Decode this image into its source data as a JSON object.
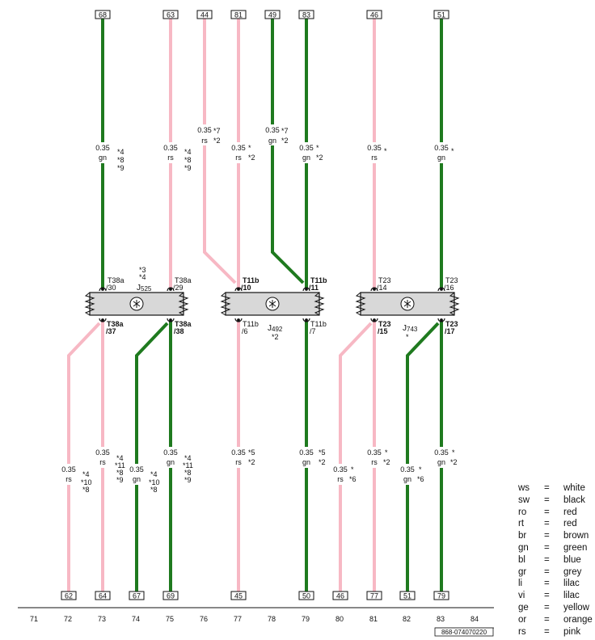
{
  "diagram": {
    "legend": [
      {
        "code": "ws",
        "name": "white"
      },
      {
        "code": "sw",
        "name": "black"
      },
      {
        "code": "ro",
        "name": "red"
      },
      {
        "code": "rt",
        "name": "red"
      },
      {
        "code": "br",
        "name": "brown"
      },
      {
        "code": "gn",
        "name": "green"
      },
      {
        "code": "bl",
        "name": "blue"
      },
      {
        "code": "gr",
        "name": "grey"
      },
      {
        "code": "li",
        "name": "lilac"
      },
      {
        "code": "vi",
        "name": "lilac"
      },
      {
        "code": "ge",
        "name": "yellow"
      },
      {
        "code": "or",
        "name": "orange"
      },
      {
        "code": "rs",
        "name": "pink"
      }
    ],
    "legend_equals": "=",
    "colors": {
      "gn": "#1f7a1f",
      "rs": "#f7b8c4",
      "box_fill": "#d8d8d8"
    },
    "columns": [
      "71",
      "72",
      "73",
      "74",
      "75",
      "76",
      "77",
      "78",
      "79",
      "80",
      "81",
      "82",
      "83",
      "84"
    ],
    "top_terminals": [
      "68",
      "63",
      "44",
      "81",
      "49",
      "83",
      "46",
      "51"
    ],
    "bottom_terminals": [
      "62",
      "64",
      "67",
      "69",
      "45",
      "50",
      "46",
      "77",
      "51",
      "79"
    ],
    "components": {
      "c1": {
        "name": "J",
        "sub": "525",
        "notes": [
          "*3",
          "*4"
        ]
      },
      "c2": {
        "name": "J",
        "sub": "492",
        "notes": [
          "*2"
        ]
      },
      "c3": {
        "name": "J",
        "sub": "743",
        "notes": [
          "*"
        ]
      }
    },
    "pins": {
      "c1_tl": [
        "T38a",
        "/30"
      ],
      "c1_tr": [
        "T38a",
        "/29"
      ],
      "c1_bl": [
        "T38a",
        "/37"
      ],
      "c1_br": [
        "T38a",
        "/38"
      ],
      "c2_tl": [
        "T11b",
        "/10"
      ],
      "c2_tr": [
        "T11b",
        "/11"
      ],
      "c2_bl": [
        "T11b",
        "/6"
      ],
      "c2_br": [
        "T11b",
        "/7"
      ],
      "c3_tl": [
        "T23",
        "/14"
      ],
      "c3_tr": [
        "T23",
        "/16"
      ],
      "c3_bl": [
        "T23",
        "/15"
      ],
      "c3_br": [
        "T23",
        "/17"
      ]
    },
    "wire_labels": {
      "w68": [
        "0.35",
        "gn",
        "*4",
        "*8",
        "*9"
      ],
      "w63": [
        "0.35",
        "rs",
        "*4",
        "*8",
        "*9"
      ],
      "w44": [
        "0.35",
        "rs",
        "*7",
        "*2"
      ],
      "w81": [
        "0.35",
        "rs",
        "*",
        "*2"
      ],
      "w49": [
        "0.35",
        "gn",
        "*7",
        "*2"
      ],
      "w83": [
        "0.35",
        "gn",
        "*",
        "*2"
      ],
      "w46": [
        "0.35",
        "rs",
        "*"
      ],
      "w51": [
        "0.35",
        "gn",
        "*"
      ],
      "b62": [
        "0.35",
        "rs",
        "*4",
        "*10",
        "*8"
      ],
      "b64": [
        "0.35",
        "rs",
        "*4",
        "*11",
        "*8",
        "*9"
      ],
      "b67": [
        "0.35",
        "gn",
        "*4",
        "*10",
        "*8"
      ],
      "b69": [
        "0.35",
        "gn",
        "*4",
        "*11",
        "*8",
        "*9"
      ],
      "b45": [
        "0.35",
        "rs",
        "*5",
        "*2"
      ],
      "b50": [
        "0.35",
        "gn",
        "*5",
        "*2"
      ],
      "b46": [
        "0.35",
        "rs",
        "*",
        "*6"
      ],
      "b77": [
        "0.35",
        "rs",
        "*",
        "*2"
      ],
      "b51": [
        "0.35",
        "gn",
        "*",
        "*6"
      ],
      "b79": [
        "0.35",
        "gn",
        "*",
        "*2"
      ]
    },
    "doc_id": "868-074070220"
  }
}
